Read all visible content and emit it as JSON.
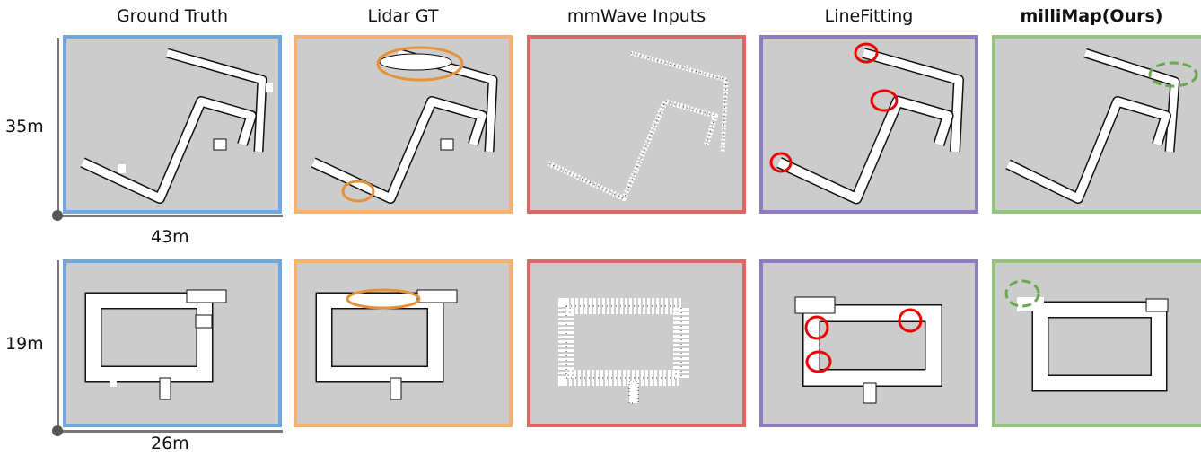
{
  "columns": [
    {
      "title": "Ground Truth",
      "color": "#6fa8dc"
    },
    {
      "title": "Lidar GT",
      "color": "#f6b26b"
    },
    {
      "title": "mmWave Inputs",
      "color": "#e06666"
    },
    {
      "title": "LineFitting",
      "color": "#8e7cc3"
    },
    {
      "title": "milliMap(Ours)",
      "color": "#93c47d"
    }
  ],
  "rows": [
    {
      "height_label": "35m",
      "width_label": "43m"
    },
    {
      "height_label": "19m",
      "width_label": "26m"
    }
  ],
  "colors": {
    "panel_bg": "#cccccc",
    "free_space": "#ffffff",
    "wall": "#111111",
    "lidar_highlight": "#e69138",
    "linefitting_highlight": "#ee0000",
    "ours_highlight": "#6aa84f"
  }
}
